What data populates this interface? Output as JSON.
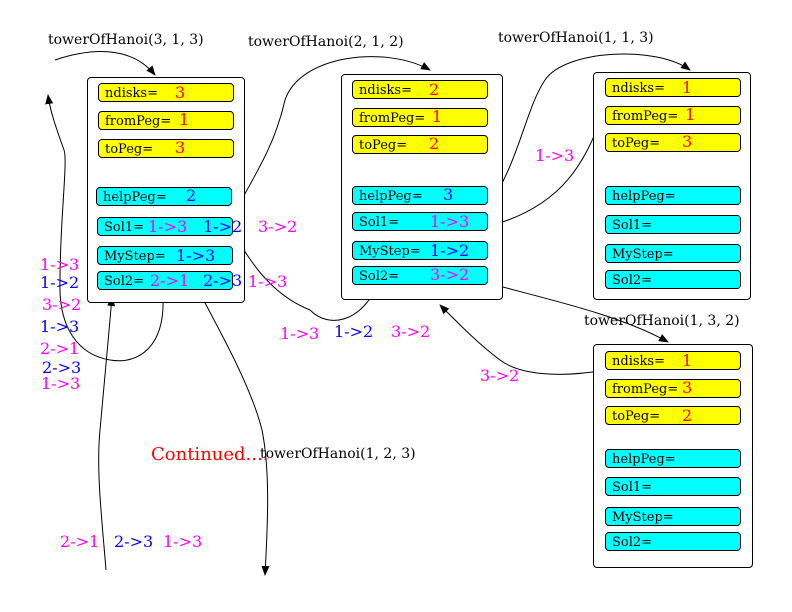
{
  "calls": {
    "main": "towerOfHanoi(3, 1, 3)",
    "second": "towerOfHanoi(2, 1, 2)",
    "third": "towerOfHanoi(1, 1, 3)",
    "fourth": "towerOfHanoi(1, 3, 2)",
    "fifth": "towerOfHanoi(1, 2, 3)"
  },
  "frame_labels": {
    "ndisks": "ndisks=",
    "fromPeg": "fromPeg=",
    "toPeg": "toPeg=",
    "helpPeg": "helpPeg=",
    "sol1": "Sol1=",
    "mystep": "MyStep=",
    "sol2": "Sol2="
  },
  "frames": {
    "f1": {
      "ndisks": "3",
      "fromPeg": "1",
      "toPeg": "3",
      "helpPeg": "2",
      "sol1": [
        "1->3",
        "1->2"
      ],
      "mystep": "1->3",
      "sol2": [
        "2->1",
        "2->3"
      ]
    },
    "f2": {
      "ndisks": "2",
      "fromPeg": "1",
      "toPeg": "2",
      "helpPeg": "3",
      "sol1": "1->3",
      "mystep": "1->2",
      "sol2": "3->2"
    },
    "f3": {
      "ndisks": "1",
      "fromPeg": "1",
      "toPeg": "3"
    },
    "f4": {
      "ndisks": "1",
      "fromPeg": "3",
      "toPeg": "2"
    }
  },
  "annotations": {
    "f1_sol1_extra": "3->2",
    "f1_sol2_extra": "1->3",
    "f3_return": "1->3",
    "f2_return": [
      "1->3",
      "1->2",
      "3->2"
    ],
    "f4_return": "3->2",
    "left_column": [
      "1->3",
      "1->2",
      "3->2",
      "1->3",
      "2->1",
      "2->3",
      "1->3"
    ],
    "bottom": [
      "2->1",
      "2->3",
      "1->3"
    ],
    "continued": "Continued...."
  },
  "colors": {
    "field_yellow": "#ffff00",
    "field_cyan": "#00ffff",
    "red": "#ff0000",
    "blue": "#0000ff",
    "magenta": "#ff00ff"
  }
}
